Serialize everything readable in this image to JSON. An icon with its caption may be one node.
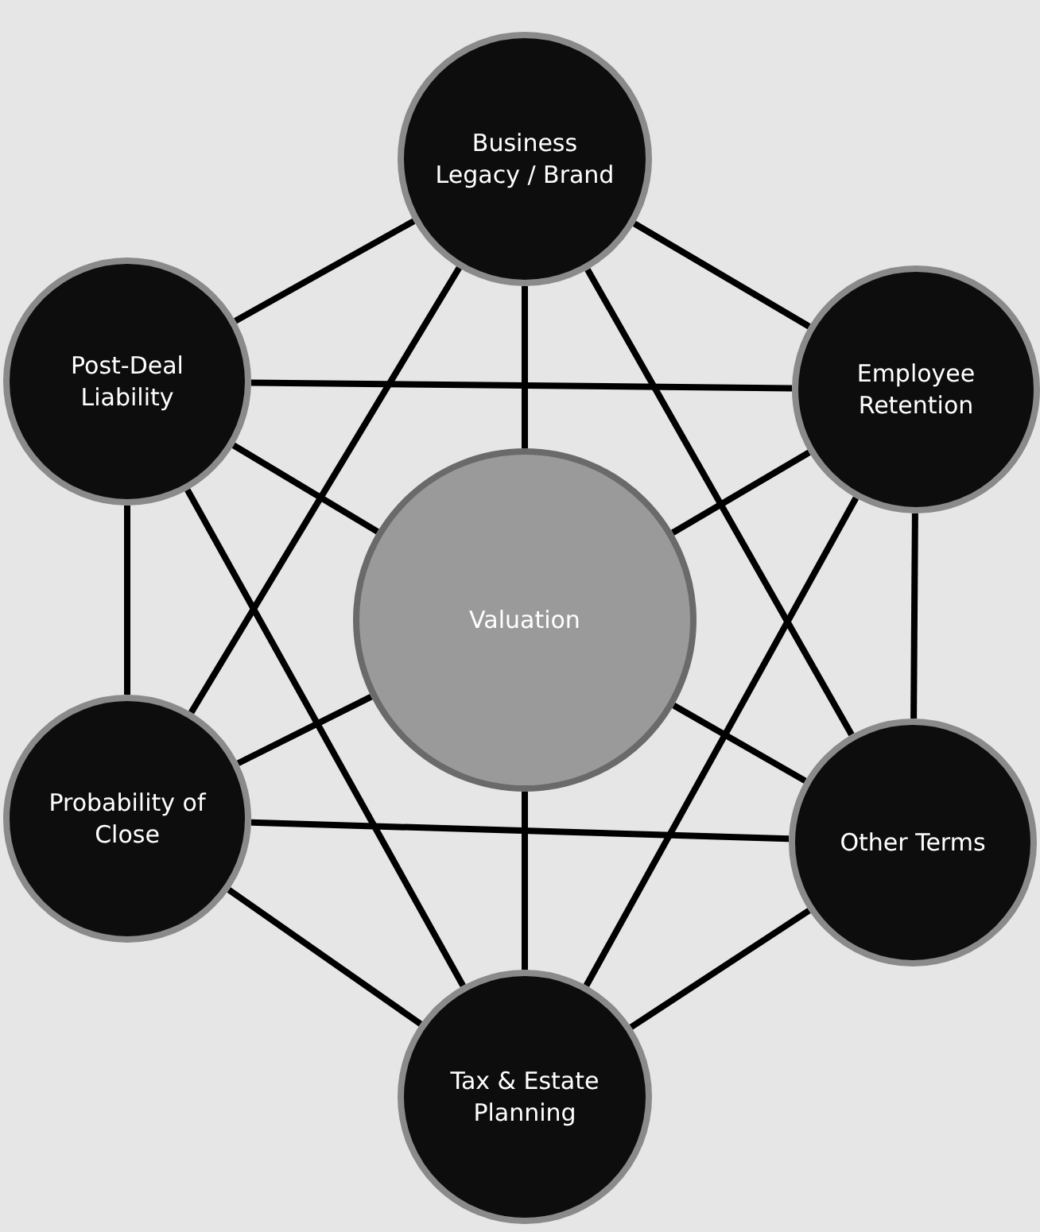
{
  "diagram": {
    "nodes": [
      {
        "text": [
          "Business Legacy / Brand"
        ]
      },
      {
        "text": [
          "Post-Deal Liability"
        ]
      },
      {
        "text": [
          "Employee Retention"
        ]
      },
      {
        "text": [
          "Valuation"
        ]
      },
      {
        "text": [
          "Probability of Close"
        ]
      },
      {
        "text": [
          "Other Terms"
        ]
      },
      {
        "text": [
          "Tax & Estate Planning"
        ]
      }
    ],
    "edges": [
      {
        "from": 0,
        "to": 1,
        "arrow": "none"
      },
      {
        "from": 0,
        "to": 2,
        "arrow": "none"
      },
      {
        "from": 0,
        "to": 4,
        "arrow": "none"
      },
      {
        "from": 0,
        "to": 5,
        "arrow": "none"
      },
      {
        "from": 0,
        "to": 3,
        "arrow": "none"
      },
      {
        "from": 1,
        "to": 2,
        "arrow": "none"
      },
      {
        "from": 1,
        "to": 4,
        "arrow": "none"
      },
      {
        "from": 1,
        "to": 3,
        "arrow": "none"
      },
      {
        "from": 1,
        "to": 6,
        "arrow": "none"
      },
      {
        "from": 2,
        "to": 3,
        "arrow": "none"
      },
      {
        "from": 2,
        "to": 5,
        "arrow": "none"
      },
      {
        "from": 2,
        "to": 6,
        "arrow": "none"
      },
      {
        "from": 3,
        "to": 4,
        "arrow": "none"
      },
      {
        "from": 3,
        "to": 5,
        "arrow": "none"
      },
      {
        "from": 3,
        "to": 6,
        "arrow": "none"
      },
      {
        "from": 4,
        "to": 5,
        "arrow": "none"
      },
      {
        "from": 4,
        "to": 6,
        "arrow": "none"
      },
      {
        "from": 5,
        "to": 6,
        "arrow": "none"
      }
    ]
  }
}
